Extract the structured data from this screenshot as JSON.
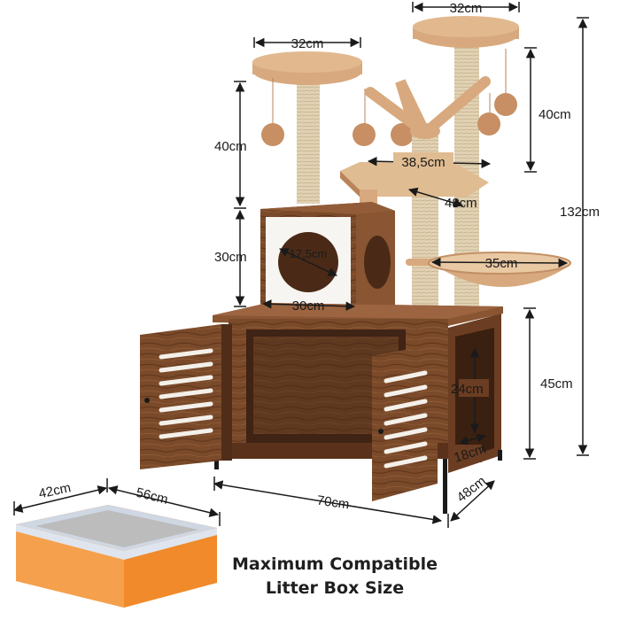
{
  "colors": {
    "plush": "#d8a97e",
    "plush_dark": "#b98459",
    "sisal": "#e2d3b6",
    "wood": "#7a4a2a",
    "wood_dark": "#4f2d18",
    "tray": "#f08a2a",
    "liner": "#cfd7e3",
    "line": "#1a1a1a"
  },
  "dimensions": {
    "top_platform_width": "32cm",
    "left_platform_width": "32cm",
    "right_post_height": "40cm",
    "left_post_height": "40cm",
    "hammock_bed_width": "38,5cm",
    "hammock_bed_depth": "48cm",
    "condo_hole": "17,5cm",
    "condo_height": "30cm",
    "condo_width": "30cm",
    "basket_width": "35cm",
    "cabinet_height": "45cm",
    "total_height": "132cm",
    "side_opening_height": "24cm",
    "side_opening_width": "18cm",
    "cabinet_width": "70cm",
    "cabinet_depth": "48cm",
    "litter_width": "42cm",
    "litter_length": "56cm"
  },
  "caption": {
    "line1": "Maximum Compatible",
    "line2": "Litter Box Size"
  }
}
